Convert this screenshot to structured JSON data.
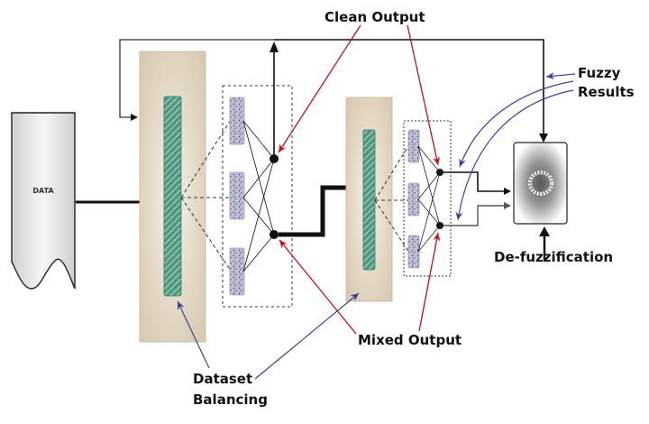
{
  "diagram": {
    "title": "Fuzzy neural pipeline with dataset balancing",
    "labels": {
      "data": "DATA",
      "clean_output": "Clean Output",
      "mixed_output": "Mixed Output",
      "fuzzy_results_line1": "Fuzzy",
      "fuzzy_results_line2": "Results",
      "defuzzification": "De-fuzzification",
      "dataset_balancing_line1": "Dataset",
      "dataset_balancing_line2": "Balancing"
    },
    "colors": {
      "clean_mixed_arrows": "#c0101a",
      "fuzzy_balancing_arrows": "#3a3f8f",
      "balancing_panel": "#d9cbb4",
      "balancing_bar": "#4f9a7e",
      "neuron_block": "#b9b9d6",
      "flow_lines": "#111111"
    },
    "nodes": [
      {
        "id": "data",
        "label": "DATA",
        "kind": "document"
      },
      {
        "id": "balancing-1",
        "kind": "dataset-balancing"
      },
      {
        "id": "network-1",
        "kind": "neural-network",
        "hidden_blocks": 3,
        "outputs": 2
      },
      {
        "id": "balancing-2",
        "kind": "dataset-balancing"
      },
      {
        "id": "network-2",
        "kind": "neural-network",
        "hidden_blocks": 3,
        "outputs": 2
      },
      {
        "id": "defuzzifier",
        "kind": "defuzzification"
      }
    ],
    "edges": [
      {
        "from": "data",
        "to": "balancing-1"
      },
      {
        "from": "network-1.clean",
        "to": "defuzzifier",
        "via": "top-feedback"
      },
      {
        "from": "network-1.clean",
        "to": "balancing-1",
        "via": "top-feedback"
      },
      {
        "from": "network-1.mixed",
        "to": "balancing-2"
      },
      {
        "from": "network-2.clean",
        "to": "defuzzifier"
      },
      {
        "from": "network-2.mixed",
        "to": "defuzzifier"
      }
    ]
  }
}
